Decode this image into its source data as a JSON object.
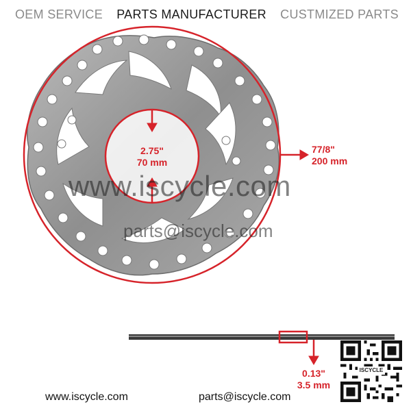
{
  "header": {
    "oem": "OEM SERVICE",
    "manufacturer": "PARTS MANUFACTURER",
    "custom": "CUSTMIZED PARTS"
  },
  "colors": {
    "accent": "#d6232a",
    "disc": "#9a9a9a"
  },
  "dimensions": {
    "inner_inch": "2.75\"",
    "inner_mm": "70 mm",
    "outer_inch": "77/8\"",
    "outer_mm": "200 mm",
    "thickness_inch": "0.13\"",
    "thickness_mm": "3.5 mm"
  },
  "watermark": {
    "site": "www.iscycle.com",
    "email": "parts@iscycle.com"
  },
  "qr_label": "ISCYCLE",
  "footer": {
    "website": "www.iscycle.com",
    "email": "parts@iscycle.com"
  }
}
